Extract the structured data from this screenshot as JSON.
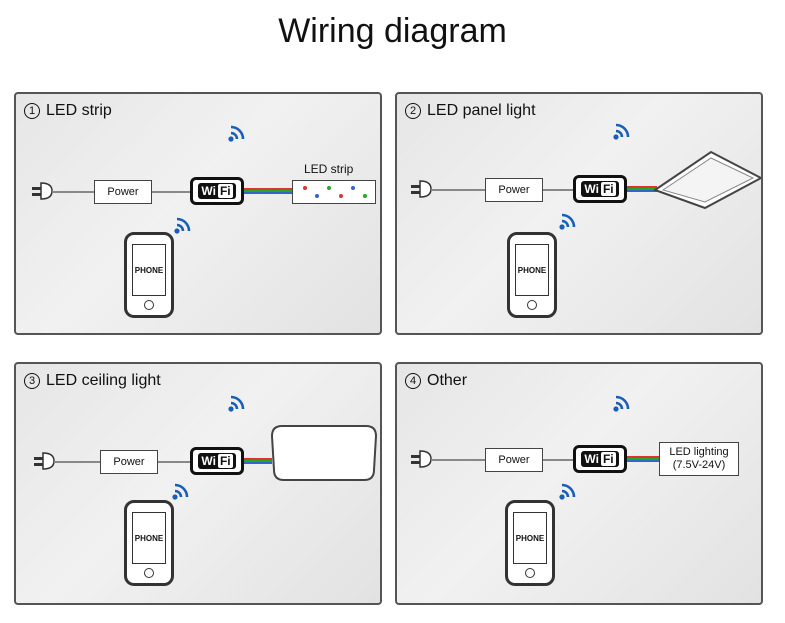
{
  "title": "Wiring diagram",
  "panels": [
    {
      "num": "1",
      "label": "LED strip",
      "power": "Power",
      "phone": "PHONE",
      "load_label": "LED strip"
    },
    {
      "num": "2",
      "label": "LED panel light",
      "power": "Power",
      "phone": "PHONE"
    },
    {
      "num": "3",
      "label": "LED ceiling light",
      "power": "Power",
      "phone": "PHONE"
    },
    {
      "num": "4",
      "label": "Other",
      "power": "Power",
      "phone": "PHONE",
      "load_label_1": "LED lighting",
      "load_label_2": "(7.5V-24V)"
    }
  ],
  "controller": {
    "wi": "Wi",
    "fi": "Fi"
  },
  "icons": [
    "plug-icon",
    "wifi-signal-icon",
    "phone-icon",
    "wifi-controller-icon"
  ],
  "colors": {
    "wire_red": "#dd3333",
    "wire_green": "#22aa22",
    "wire_blue": "#3366cc",
    "signal_blue": "#1a5fb4"
  }
}
